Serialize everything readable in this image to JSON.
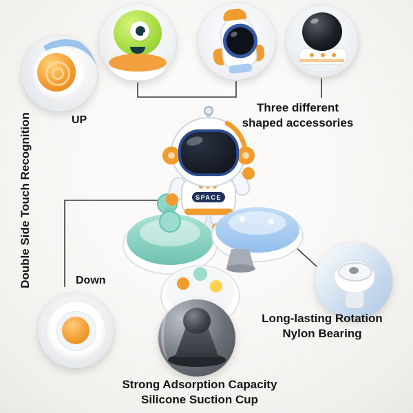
{
  "background": "#f6f5f3",
  "colors": {
    "text": "#141414",
    "callout_line": "#3a3a3a",
    "orange": "#f09c2f",
    "teal": "#82d2c2",
    "light_blue": "#a9cdf1",
    "navy": "#2c4a8f",
    "visor_dark": "#10141c",
    "alien_green": "#a8dd45"
  },
  "callouts": {
    "accessories": "Three different\nshaped accessories",
    "double_side": "Double Side Touch Recognition",
    "up": "UP",
    "down": "Down",
    "bearing": "Long-lasting Rotation\nNylon Bearing",
    "suction": "Strong Adsorption Capacity\nSilicone Suction Cup"
  },
  "toy": {
    "chest_label": "SPACE"
  },
  "photos": {
    "alien_accessory": "green-one-eyed-alien-topper",
    "rocket_accessory": "rocket-window-topper",
    "helmet_accessory": "dark-space-helmet-topper",
    "up_button": "orange-swirl-top-button",
    "down_button": "orange-bottom-button",
    "nylon_bearing": "white-nylon-bearing",
    "suction_cup": "silicone-suction-cup"
  }
}
